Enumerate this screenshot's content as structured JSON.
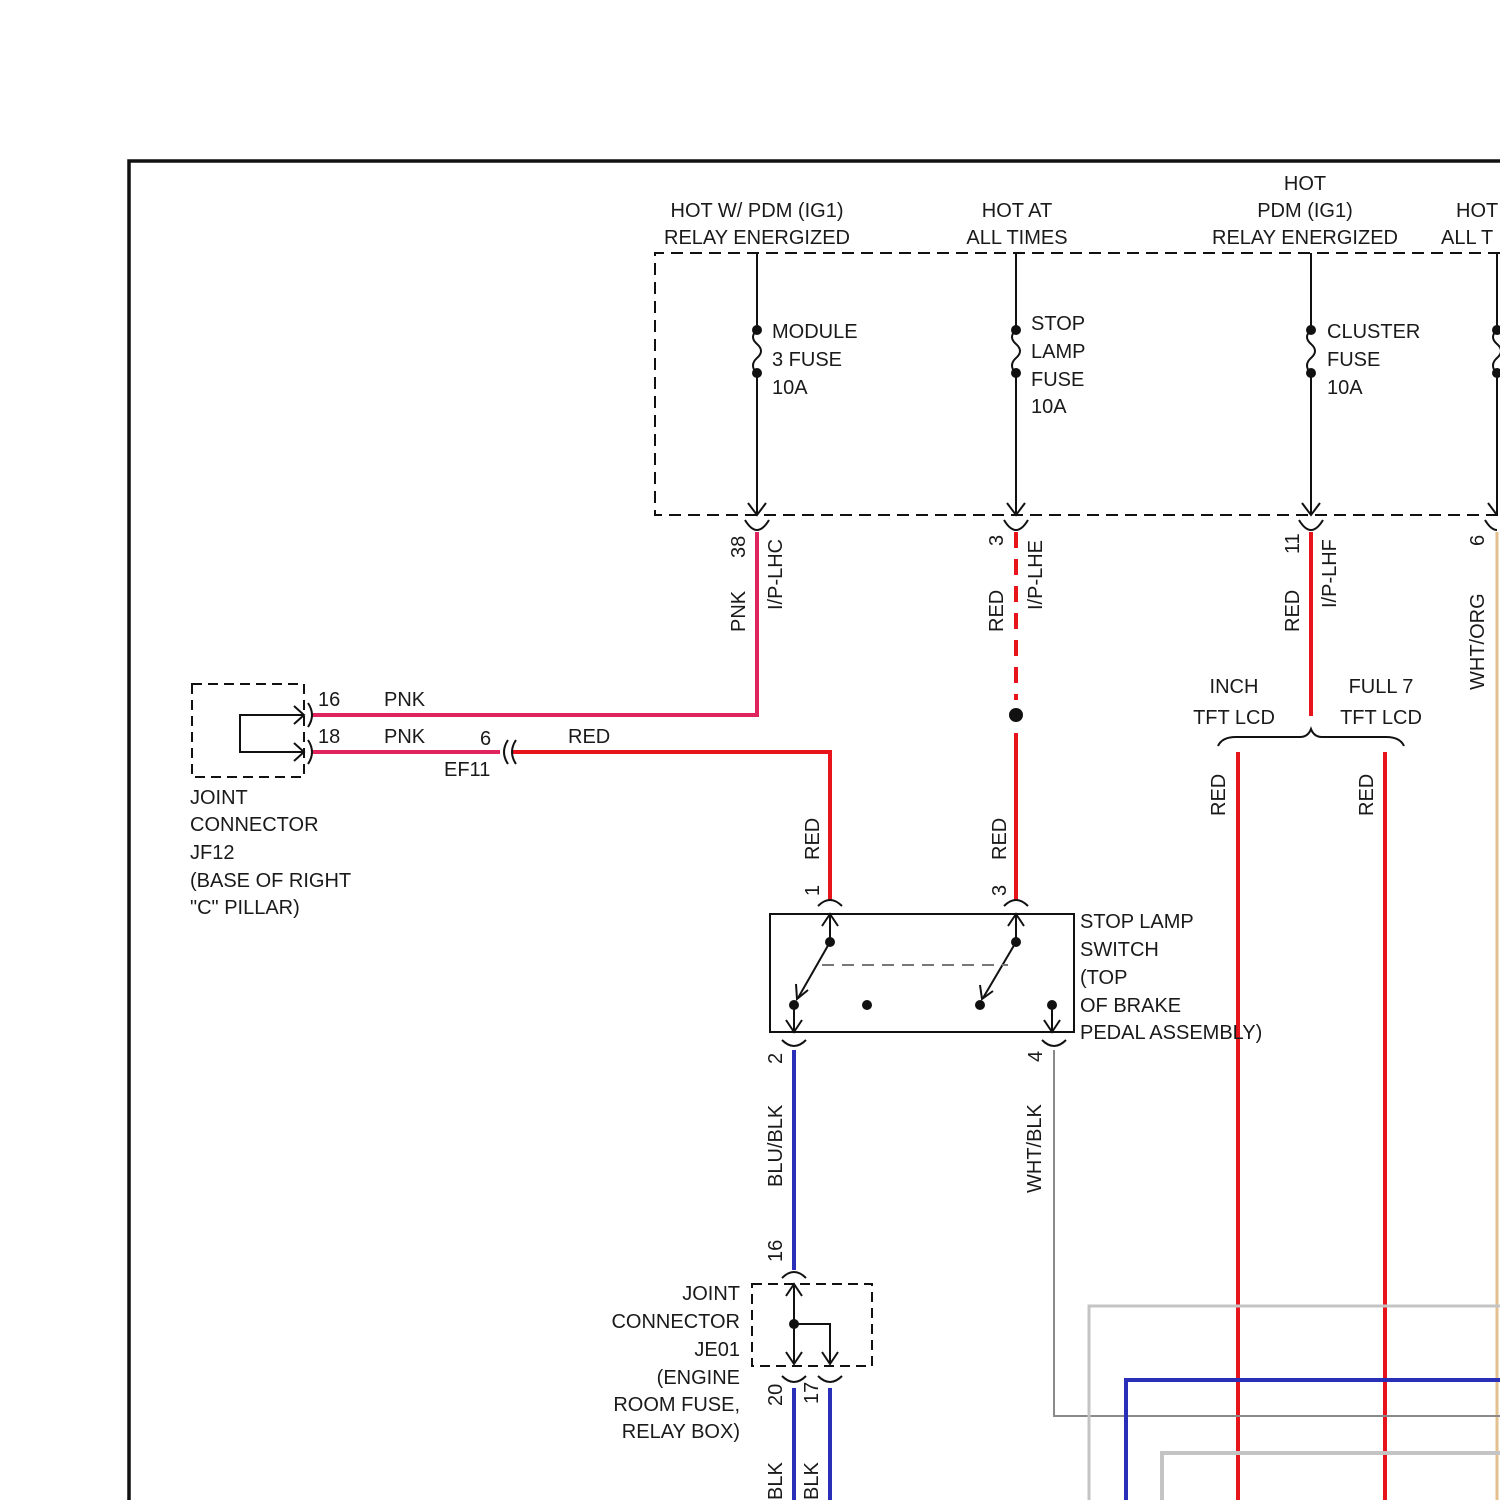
{
  "power": {
    "pdm_ig1": [
      "HOT W/ PDM (IG1)",
      "RELAY ENERGIZED"
    ],
    "at_all_times": [
      "HOT AT",
      "ALL TIMES"
    ],
    "pdm_ig1_2": [
      "HOT",
      "PDM (IG1)",
      "RELAY ENERGIZED"
    ],
    "cut": [
      "HOT",
      "ALL T"
    ]
  },
  "fuses": {
    "module3": [
      "MODULE",
      "3 FUSE",
      "10A"
    ],
    "stop_lamp": [
      "STOP",
      "LAMP",
      "FUSE",
      "10A"
    ],
    "cluster": [
      "CLUSTER",
      "FUSE",
      "10A"
    ]
  },
  "pdm_pins": {
    "p38": "38",
    "lhc": "I/P-LHC",
    "p3": "3",
    "lhe": "I/P-LHE",
    "p11": "11",
    "lhf": "I/P-LHF",
    "p6": "6"
  },
  "wires": {
    "pnk": "PNK",
    "red": "RED",
    "blu_blk": "BLU/BLK",
    "wht_blk": "WHT/BLK",
    "wht_org": "WHT/ORG",
    "blk": "BLK"
  },
  "jf12": {
    "pin16": "16",
    "pin18": "18",
    "label": [
      "JOINT",
      "CONNECTOR",
      "JF12",
      "(BASE OF RIGHT",
      "\"C\" PILLAR)"
    ]
  },
  "ef11": {
    "pin": "6",
    "name": "EF11"
  },
  "cluster_options": {
    "inch": [
      "INCH",
      "TFT LCD"
    ],
    "full7": [
      "FULL 7",
      "TFT LCD"
    ]
  },
  "stop_switch": {
    "pin1": "1",
    "pin3": "3",
    "pin2": "2",
    "pin4": "4",
    "label": [
      "STOP LAMP",
      "SWITCH",
      "(TOP",
      "OF BRAKE",
      "PEDAL ASSEMBLY)"
    ]
  },
  "je01": {
    "pin16": "16",
    "pin20": "20",
    "pin17": "17",
    "label": [
      "JOINT",
      "CONNECTOR",
      "JE01",
      "(ENGINE",
      "ROOM FUSE,",
      "RELAY BOX)"
    ]
  },
  "colors": {
    "pink": "#e0245e",
    "red": "#e8141b",
    "blue": "#2a2fb8",
    "gray": "#8a8a8a",
    "lightgray": "#c4c4c4",
    "tan": "#e3c08e"
  }
}
